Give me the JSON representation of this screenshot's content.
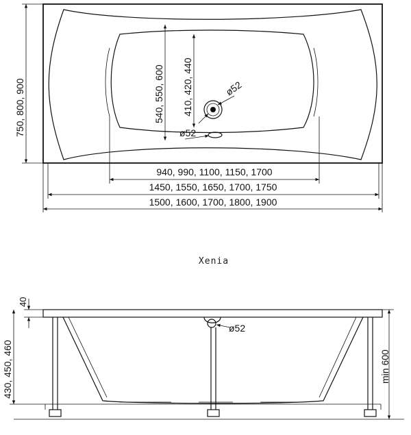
{
  "top_view": {
    "length_outer": "1500, 1600, 1700, 1800, 1900",
    "length_mid": "1450, 1550, 1650, 1700, 1750",
    "length_inner": "940, 990, 1100, 1150, 1700",
    "width_outer": "750, 800, 900",
    "width_mid": "540, 550, 600",
    "width_inner": "410, 420, 440",
    "drain_label": "ø52",
    "overflow_label": "ø52"
  },
  "caption": "Xenia",
  "side_view": {
    "rim_height": "40",
    "depth": "430, 450, 460",
    "min_height": "min 600",
    "drain_label": "ø52"
  }
}
